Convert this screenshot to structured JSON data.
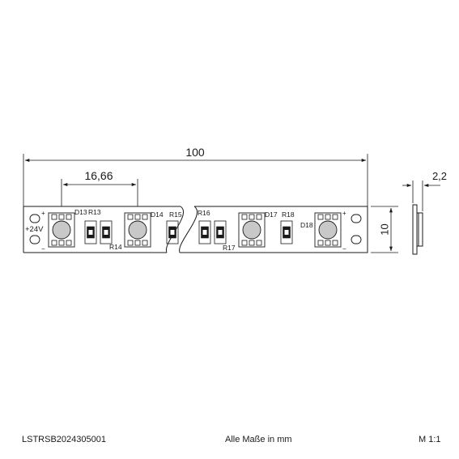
{
  "dimensions": {
    "length": "100",
    "pitch": "16,66",
    "width": "10",
    "height": "2,2"
  },
  "strip": {
    "voltage_label": "+24V",
    "plus_marks": [
      "+",
      "+"
    ],
    "minus_marks": [
      "−",
      "−"
    ],
    "leds": [
      "D13",
      "D14",
      "D17",
      "D18"
    ],
    "resistors": [
      "R13",
      "R14",
      "R15",
      "R16",
      "R17",
      "R18"
    ]
  },
  "footer": {
    "article_number": "LSTRSB2024305001",
    "units_note": "Alle Maße in mm",
    "scale": "M 1:1"
  },
  "colors": {
    "line": "#1a1a1a",
    "led_fill": "#c8c8c8"
  }
}
